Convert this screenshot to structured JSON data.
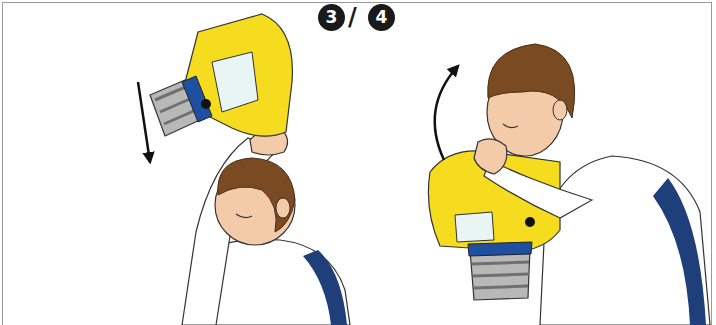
{
  "diagram": {
    "nodes": [
      {
        "text": [
          "3"
        ]
      },
      {
        "text": [
          "4"
        ]
      }
    ],
    "labels": [
      "/"
    ]
  }
}
